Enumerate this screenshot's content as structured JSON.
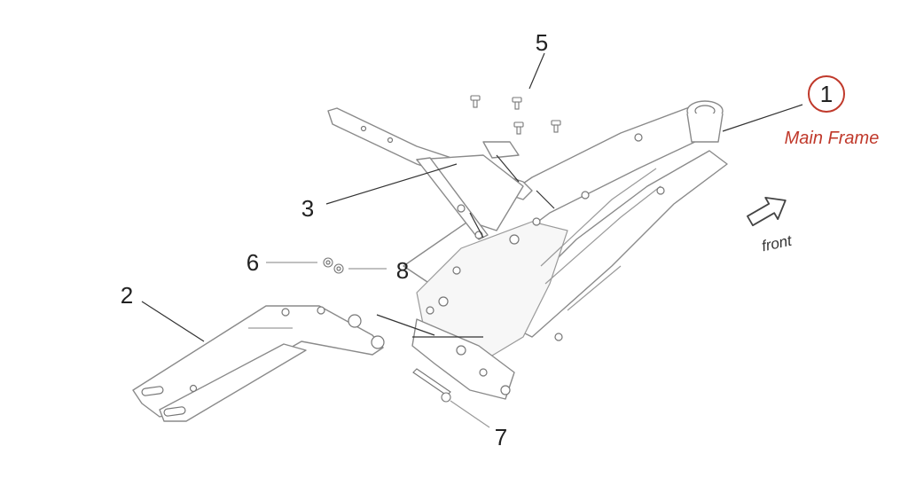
{
  "callouts": {
    "c1": "1",
    "c2": "2",
    "c3": "3",
    "c5": "5",
    "c6": "6",
    "c7": "7",
    "c8": "8"
  },
  "main_frame_label": "Main Frame",
  "front_label": "front",
  "colors": {
    "accent": "#c0392b",
    "line": "#8a8a8a",
    "text": "#222222"
  }
}
